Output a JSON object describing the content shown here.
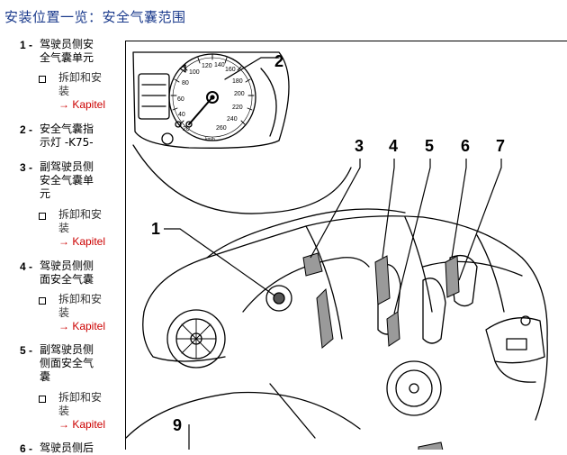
{
  "title": "安装位置一览：安全气囊范围",
  "items": [
    {
      "num": "1 -",
      "lines": [
        "驾驶员侧安",
        "全气囊单元"
      ],
      "sub_lines": [
        "拆卸和安",
        "装"
      ],
      "link": "→ Kapitel"
    },
    {
      "num": "2 -",
      "lines": [
        "安全气囊指",
        "示灯 -K75-"
      ]
    },
    {
      "num": "3 -",
      "lines": [
        "副驾驶员侧",
        "安全气囊单",
        "元"
      ],
      "sub_lines": [
        "拆卸和安",
        "装"
      ],
      "link": "→ Kapitel"
    },
    {
      "num": "4 -",
      "lines": [
        "驾驶员侧侧",
        "面安全气囊"
      ],
      "sub_lines": [
        "拆卸和安",
        "装"
      ],
      "link": "→ Kapitel"
    },
    {
      "num": "5 -",
      "lines": [
        "副驾驶员侧",
        "侧面安全气",
        "囊"
      ],
      "sub_lines": [
        "拆卸和安",
        "装"
      ],
      "link": "→ Kapitel"
    },
    {
      "num": "6 -",
      "lines": [
        "驾驶员侧后"
      ]
    }
  ],
  "figure": {
    "callouts": [
      "1",
      "2",
      "3",
      "4",
      "5",
      "6",
      "7",
      "9"
    ],
    "gauge_ticks": [
      "20",
      "40",
      "60",
      "80",
      "100",
      "120",
      "140",
      "160",
      "180",
      "200",
      "220",
      "240",
      "260"
    ],
    "gauge_unit": "km/h"
  }
}
